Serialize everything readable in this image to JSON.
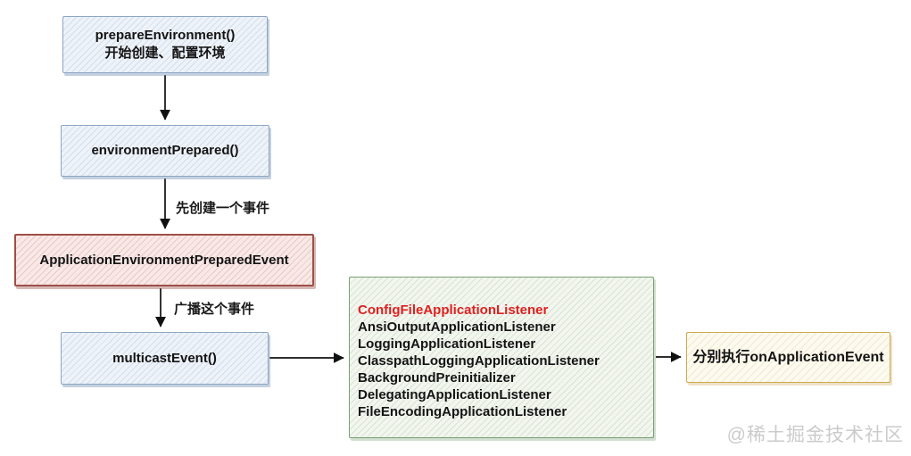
{
  "diagram": {
    "boxes": {
      "prepare": {
        "title": "prepareEnvironment()",
        "subtitle": "开始创建、配置环境"
      },
      "environment_prepared": {
        "title": "environmentPrepared()"
      },
      "prepared_event": {
        "title": "ApplicationEnvironmentPreparedEvent"
      },
      "multicast": {
        "title": "multicastEvent()"
      },
      "listeners": {
        "items": [
          "ConfigFileApplicationListener",
          "AnsiOutputApplicationListener",
          "LoggingApplicationListener",
          "ClasspathLoggingApplicationListener",
          "BackgroundPreinitializer",
          "DelegatingApplicationListener",
          "FileEncodingApplicationListener"
        ],
        "highlight_index": 0
      },
      "execute": {
        "title": "分别执行onApplicationEvent"
      }
    },
    "edge_labels": {
      "create_event": "先创建一个事件",
      "broadcast_event": "广播这个事件"
    },
    "watermark": "@稀土掘金技术社区",
    "colors": {
      "blue_border": "#8ca6c4",
      "blue_fill": "#eef3f9",
      "red_border": "#9e4f47",
      "red_fill": "#f8e9e7",
      "green_border": "#77a070",
      "green_fill": "#f2f6ef",
      "yellow_border": "#cda94f",
      "yellow_fill": "#fdfaf0",
      "highlight_text": "#e01f1f",
      "arrow": "#111111"
    }
  }
}
